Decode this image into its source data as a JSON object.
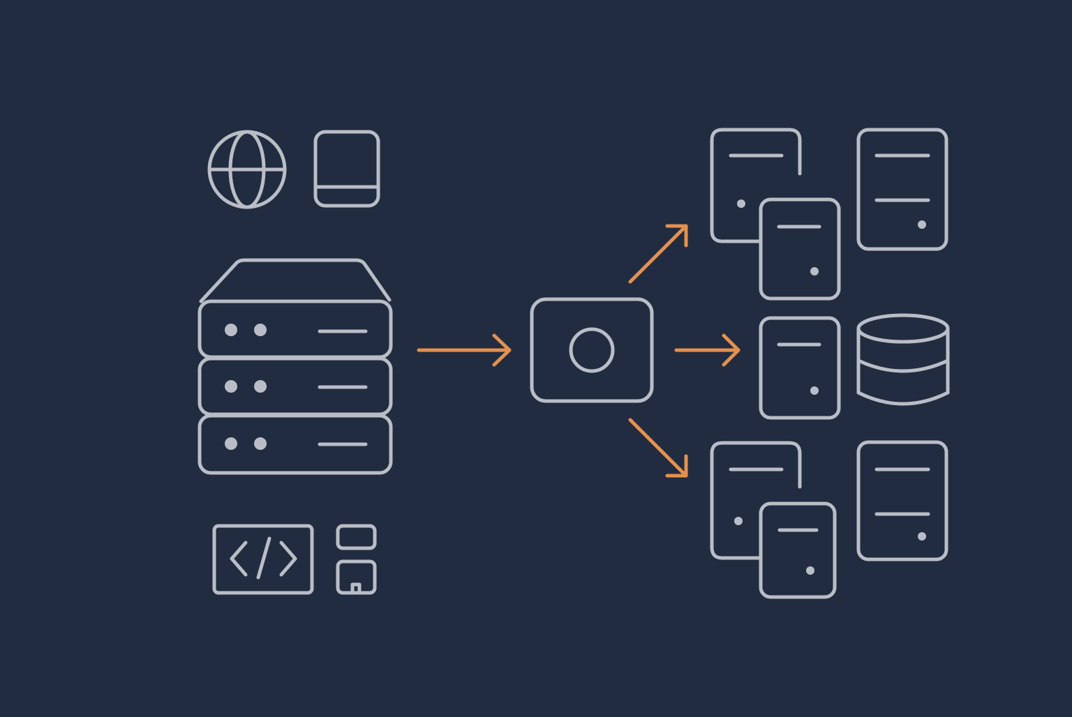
{
  "diagram": {
    "colors": {
      "background": "#222c40",
      "icon_stroke": "#b9bdc6",
      "arrow": "#e3914f"
    },
    "icons": [
      "globe-icon",
      "tablet-icon",
      "server-rack-icon",
      "code-window-icon",
      "widget-icon",
      "load-balancer-icon",
      "server-icon",
      "database-icon"
    ],
    "connections": [
      {
        "from": "server-rack-icon",
        "to": "load-balancer-icon"
      },
      {
        "from": "load-balancer-icon",
        "to": "server-group-top"
      },
      {
        "from": "load-balancer-icon",
        "to": "server-group-middle"
      },
      {
        "from": "load-balancer-icon",
        "to": "server-group-bottom"
      }
    ]
  }
}
